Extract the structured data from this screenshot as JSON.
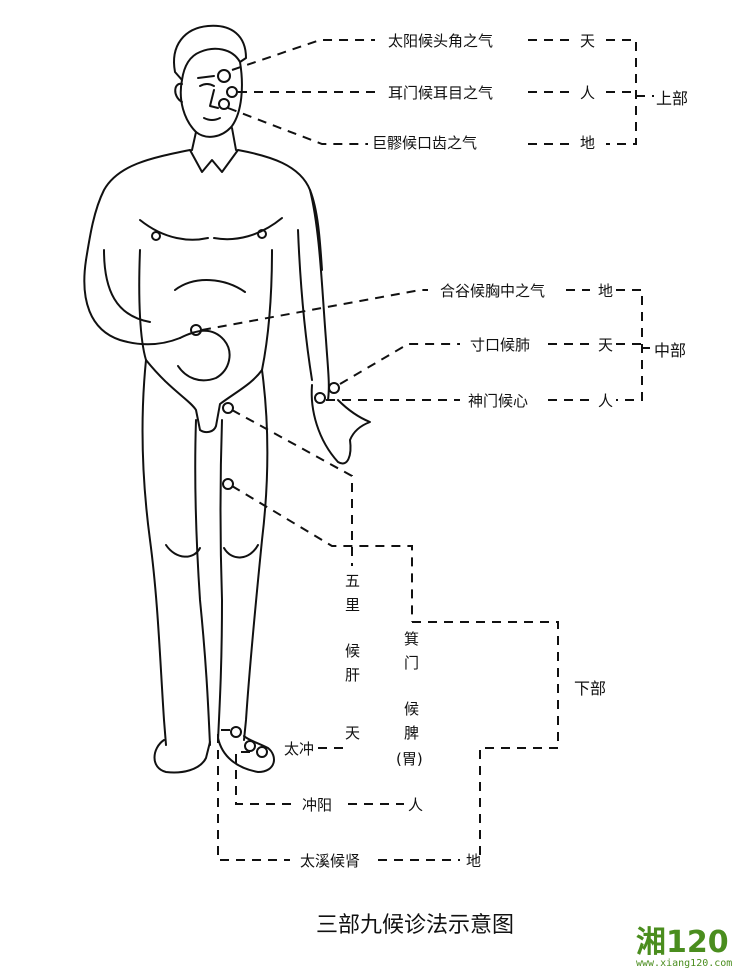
{
  "points": {
    "upper": {
      "group": "上部",
      "items": [
        {
          "label": "太阳候头角之气",
          "level": "天"
        },
        {
          "label": "耳门候耳目之气",
          "level": "人"
        },
        {
          "label": "巨髎候口齿之气",
          "level": "地"
        }
      ]
    },
    "middle": {
      "group": "中部",
      "items": [
        {
          "label": "合谷候胸中之气",
          "level": "地"
        },
        {
          "label": "寸口候肺",
          "level": "天"
        },
        {
          "label": "神门候心",
          "level": "人"
        }
      ]
    },
    "lower": {
      "group": "下部",
      "wuli": [
        "五",
        "里",
        "候",
        "肝",
        "天"
      ],
      "jimen": [
        "箕",
        "门",
        "候",
        "脾",
        "(胃)"
      ],
      "taichong": "太冲",
      "chongyang": "冲阳",
      "chongyang_level": "人",
      "taixi": "太溪候肾",
      "taixi_level": "地"
    }
  },
  "caption": "三部九候诊法示意图",
  "watermark": {
    "main": "湘120",
    "sub": "www.xiang120.com"
  }
}
